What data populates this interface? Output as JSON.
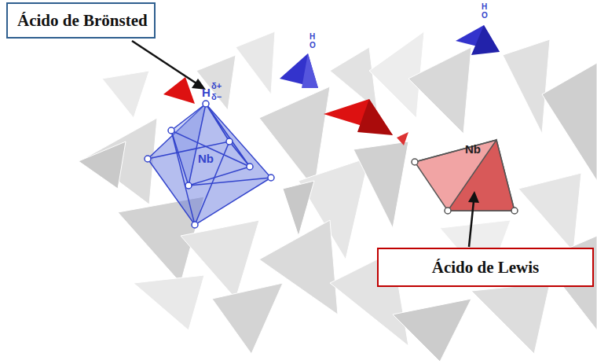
{
  "diagram": {
    "nodes": [
      {
        "text": [
          "Ácido de Brönsted"
        ]
      },
      {
        "text": [
          "Ácido de Lewis"
        ]
      }
    ],
    "labels": [
      "H",
      "δ+",
      "δ−",
      "Nb",
      "H",
      "O",
      "H",
      "O",
      "Nb"
    ]
  }
}
